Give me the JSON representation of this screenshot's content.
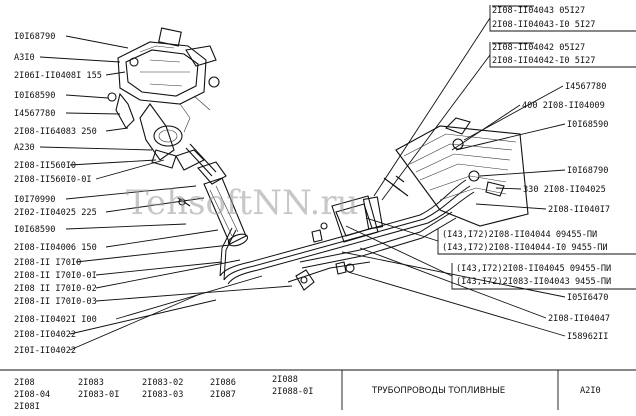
{
  "watermark": "TehsoftNN.ru",
  "callouts_left": [
    "I0I68790",
    "A3I0",
    "2I06I-II0408I 155",
    "I0I68590",
    "I4567780",
    "2I08-II64083 250",
    "A230",
    "2I08-II560I0",
    "2I08-II560I0-0I",
    "I0I70990",
    "2I02-II04025 225",
    "I0I68590",
    "2I08-II04006 150",
    "2I08-II I70I0",
    "2I08-II I70I0-0I",
    "2I08 II I70I0-02",
    "2I08-II I70I0-03",
    "2I08-II0402I I00",
    "2I08-II04022",
    "2I0I-II04022"
  ],
  "callouts_right": [
    "2I08-II04043 05I27",
    "2I08-II04043-I0 5I27",
    "2I08-II04042 05I27",
    "2I08-II04042-I0 5I27",
    "I4567780",
    "400 2I08-II04009",
    "I0I68590",
    "I0I68790",
    "330 2I08-II04025",
    "2I08-II040I7",
    "(I43,I72)2I08-II04044 09455-ПИ",
    "(I43,I72)2I08-II04044-I0 9455-ПИ",
    "(I43,I72)2I08-II04045 09455-ПИ",
    "(I43,I72)2I083-II04043 9455-ПИ",
    "I05I6470",
    "2I08-II04047",
    "I58962II"
  ],
  "title_block": {
    "models": [
      "2I08",
      "2I08-04",
      "2I08I",
      "2I083",
      "2I083-0I",
      "2I083-02",
      "2I083-03",
      "2I086",
      "2I087",
      "2I088",
      "2I088-0I"
    ],
    "title": "ТРУБОПРОВОДЫ ТОПЛИВНЫЕ",
    "sheet": "A2I0"
  }
}
